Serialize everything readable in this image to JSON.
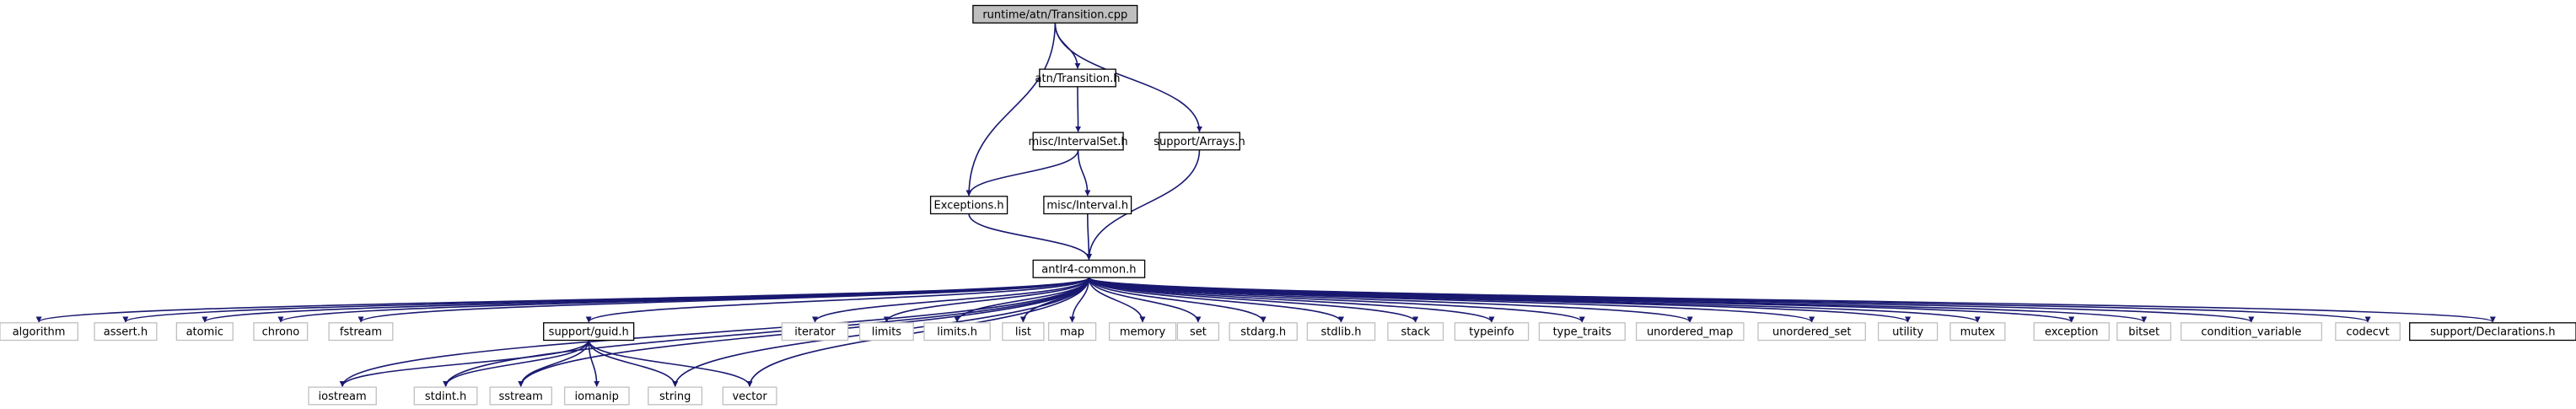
{
  "colors": {
    "edge": "#191970",
    "root_fill": "#bfbfbf",
    "node_fill": "#ffffff",
    "node_border": "#000000",
    "external_border": "#bfbfbf"
  },
  "graph": {
    "nodes": [
      {
        "id": "root",
        "label": "runtime/atn/Transition.cpp",
        "kind": "root"
      },
      {
        "id": "transition_h",
        "label": "atn/Transition.h",
        "kind": "file"
      },
      {
        "id": "intervalset",
        "label": "misc/IntervalSet.h",
        "kind": "file"
      },
      {
        "id": "arrays",
        "label": "support/Arrays.h",
        "kind": "file"
      },
      {
        "id": "exceptions",
        "label": "Exceptions.h",
        "kind": "file"
      },
      {
        "id": "interval",
        "label": "misc/Interval.h",
        "kind": "file"
      },
      {
        "id": "common",
        "label": "antlr4-common.h",
        "kind": "file"
      },
      {
        "id": "algorithm",
        "label": "algorithm",
        "kind": "external"
      },
      {
        "id": "assert",
        "label": "assert.h",
        "kind": "external"
      },
      {
        "id": "atomic",
        "label": "atomic",
        "kind": "external"
      },
      {
        "id": "chrono",
        "label": "chrono",
        "kind": "external"
      },
      {
        "id": "fstream",
        "label": "fstream",
        "kind": "external"
      },
      {
        "id": "guid",
        "label": "support/guid.h",
        "kind": "file"
      },
      {
        "id": "iterator",
        "label": "iterator",
        "kind": "external"
      },
      {
        "id": "limits",
        "label": "limits",
        "kind": "external"
      },
      {
        "id": "limits_h",
        "label": "limits.h",
        "kind": "external"
      },
      {
        "id": "list",
        "label": "list",
        "kind": "external"
      },
      {
        "id": "map",
        "label": "map",
        "kind": "external"
      },
      {
        "id": "memory",
        "label": "memory",
        "kind": "external"
      },
      {
        "id": "set",
        "label": "set",
        "kind": "external"
      },
      {
        "id": "stdarg",
        "label": "stdarg.h",
        "kind": "external"
      },
      {
        "id": "stdlib",
        "label": "stdlib.h",
        "kind": "external"
      },
      {
        "id": "stack",
        "label": "stack",
        "kind": "external"
      },
      {
        "id": "typeinfo",
        "label": "typeinfo",
        "kind": "external"
      },
      {
        "id": "type_traits",
        "label": "type_traits",
        "kind": "external"
      },
      {
        "id": "unordered_map",
        "label": "unordered_map",
        "kind": "external"
      },
      {
        "id": "unordered_set",
        "label": "unordered_set",
        "kind": "external"
      },
      {
        "id": "utility",
        "label": "utility",
        "kind": "external"
      },
      {
        "id": "mutex",
        "label": "mutex",
        "kind": "external"
      },
      {
        "id": "exception",
        "label": "exception",
        "kind": "external"
      },
      {
        "id": "bitset",
        "label": "bitset",
        "kind": "external"
      },
      {
        "id": "condition_variable",
        "label": "condition_variable",
        "kind": "external"
      },
      {
        "id": "codecvt",
        "label": "codecvt",
        "kind": "external"
      },
      {
        "id": "declarations",
        "label": "support/Declarations.h",
        "kind": "file"
      },
      {
        "id": "iostream",
        "label": "iostream",
        "kind": "external"
      },
      {
        "id": "stdint",
        "label": "stdint.h",
        "kind": "external"
      },
      {
        "id": "sstream",
        "label": "sstream",
        "kind": "external"
      },
      {
        "id": "iomanip",
        "label": "iomanip",
        "kind": "external"
      },
      {
        "id": "string",
        "label": "string",
        "kind": "external"
      },
      {
        "id": "vector",
        "label": "vector",
        "kind": "external"
      }
    ],
    "edges": [
      [
        "root",
        "transition_h"
      ],
      [
        "root",
        "exceptions"
      ],
      [
        "root",
        "arrays"
      ],
      [
        "transition_h",
        "intervalset"
      ],
      [
        "intervalset",
        "exceptions"
      ],
      [
        "intervalset",
        "interval"
      ],
      [
        "arrays",
        "common"
      ],
      [
        "exceptions",
        "common"
      ],
      [
        "interval",
        "common"
      ],
      [
        "common",
        "algorithm"
      ],
      [
        "common",
        "assert"
      ],
      [
        "common",
        "atomic"
      ],
      [
        "common",
        "chrono"
      ],
      [
        "common",
        "fstream"
      ],
      [
        "common",
        "guid"
      ],
      [
        "common",
        "iostream"
      ],
      [
        "common",
        "stdint"
      ],
      [
        "common",
        "sstream"
      ],
      [
        "common",
        "string"
      ],
      [
        "common",
        "vector"
      ],
      [
        "common",
        "iterator"
      ],
      [
        "common",
        "limits"
      ],
      [
        "common",
        "limits_h"
      ],
      [
        "common",
        "list"
      ],
      [
        "common",
        "map"
      ],
      [
        "common",
        "memory"
      ],
      [
        "common",
        "set"
      ],
      [
        "common",
        "stdarg"
      ],
      [
        "common",
        "stdlib"
      ],
      [
        "common",
        "stack"
      ],
      [
        "common",
        "typeinfo"
      ],
      [
        "common",
        "type_traits"
      ],
      [
        "common",
        "unordered_map"
      ],
      [
        "common",
        "unordered_set"
      ],
      [
        "common",
        "utility"
      ],
      [
        "common",
        "mutex"
      ],
      [
        "common",
        "exception"
      ],
      [
        "common",
        "bitset"
      ],
      [
        "common",
        "condition_variable"
      ],
      [
        "common",
        "codecvt"
      ],
      [
        "common",
        "declarations"
      ],
      [
        "guid",
        "iostream"
      ],
      [
        "guid",
        "stdint"
      ],
      [
        "guid",
        "sstream"
      ],
      [
        "guid",
        "iomanip"
      ],
      [
        "guid",
        "string"
      ],
      [
        "guid",
        "vector"
      ]
    ]
  }
}
